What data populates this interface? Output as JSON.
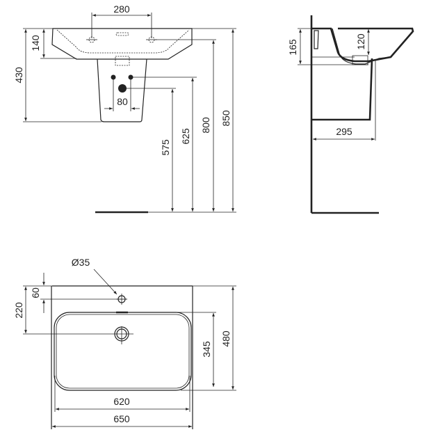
{
  "front_view": {
    "dims": {
      "tap_spacing": "280",
      "basin_depth": "140",
      "total_height": "430",
      "supply_spacing": "80",
      "waste_height": "575",
      "supply_height": "625",
      "tap_height": "800",
      "rim_height": "850"
    }
  },
  "side_view": {
    "dims": {
      "wall_height": "165",
      "bowl_depth": "120",
      "pedestal_projection": "295"
    }
  },
  "top_view": {
    "dims": {
      "tap_hole": "Ø35",
      "tap_offset": "60",
      "waste_offset": "220",
      "bowl_length": "345",
      "total_depth": "480",
      "bowl_width": "620",
      "total_width": "650"
    }
  },
  "colors": {
    "line": "#222222",
    "background": "#ffffff"
  }
}
